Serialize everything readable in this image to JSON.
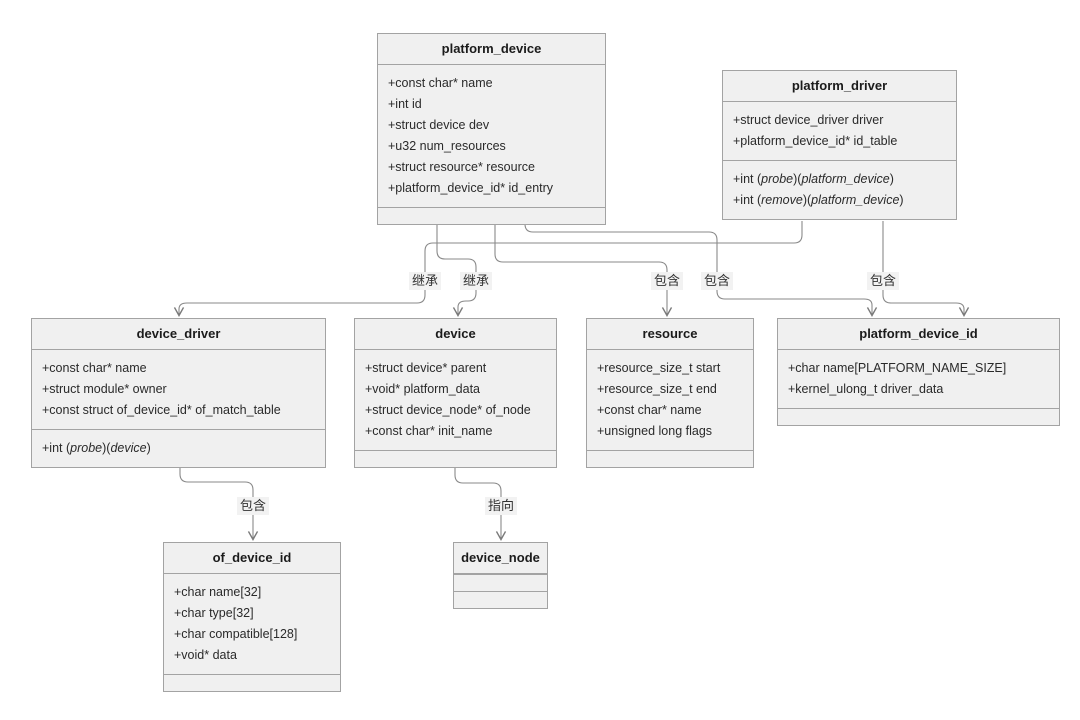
{
  "diagram": {
    "background_color": "#ffffff",
    "box_fill_color": "#f0f0f0",
    "box_border_color": "#a3a3a3",
    "connector_color": "#7a7a7a"
  },
  "classes": {
    "platform_device": {
      "title": "platform_device",
      "attributes": [
        "+const char* name",
        "+int id",
        "+struct device dev",
        "+u32 num_resources",
        "+struct resource* resource",
        "+platform_device_id* id_entry"
      ],
      "methods": []
    },
    "platform_driver": {
      "title": "platform_driver",
      "attributes": [
        "+struct device_driver driver",
        "+platform_device_id* id_table"
      ],
      "methods": [
        {
          "pre": "+int (",
          "name": "probe",
          "mid": ")(",
          "arg": "platform_device",
          "post": ")"
        },
        {
          "pre": "+int (",
          "name": "remove",
          "mid": ")(",
          "arg": "platform_device",
          "post": ")"
        }
      ]
    },
    "device_driver": {
      "title": "device_driver",
      "attributes": [
        "+const char* name",
        "+struct module* owner",
        "+const struct of_device_id* of_match_table"
      ],
      "methods": [
        {
          "pre": "+int (",
          "name": "probe",
          "mid": ")(",
          "arg": "device",
          "post": ")"
        }
      ]
    },
    "device": {
      "title": "device",
      "attributes": [
        "+struct device* parent",
        "+void* platform_data",
        "+struct device_node* of_node",
        "+const char* init_name"
      ],
      "methods": []
    },
    "resource": {
      "title": "resource",
      "attributes": [
        "+resource_size_t start",
        "+resource_size_t end",
        "+const char* name",
        "+unsigned long flags"
      ],
      "methods": []
    },
    "platform_device_id": {
      "title": "platform_device_id",
      "attributes": [
        "+char name[PLATFORM_NAME_SIZE]",
        "+kernel_ulong_t driver_data"
      ],
      "methods": []
    },
    "of_device_id": {
      "title": "of_device_id",
      "attributes": [
        "+char name[32]",
        "+char type[32]",
        "+char compatible[128]",
        "+void* data"
      ],
      "methods": []
    },
    "device_node": {
      "title": "device_node",
      "attributes": [],
      "methods": []
    }
  },
  "relations": [
    {
      "from": "platform_driver",
      "to": "device_driver",
      "label": "继承"
    },
    {
      "from": "platform_device",
      "to": "device",
      "label": "继承"
    },
    {
      "from": "platform_device",
      "to": "resource",
      "label": "包含"
    },
    {
      "from": "platform_device",
      "to": "platform_device_id",
      "label": "包含"
    },
    {
      "from": "platform_driver",
      "to": "platform_device_id",
      "label": "包含"
    },
    {
      "from": "device_driver",
      "to": "of_device_id",
      "label": "包含"
    },
    {
      "from": "device",
      "to": "device_node",
      "label": "指向"
    }
  ]
}
